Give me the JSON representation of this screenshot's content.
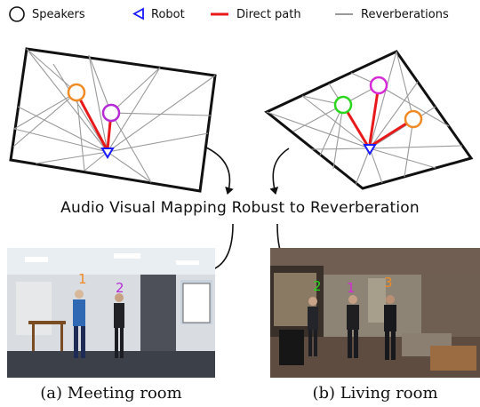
{
  "legend": {
    "speakers": "Speakers",
    "robot": "Robot",
    "direct_path": "Direct path",
    "reverberations": "Reverberations"
  },
  "title": "Audio Visual Mapping Robust to Reverberation",
  "captions": {
    "meeting": "(a) Meeting room",
    "living": "(b) Living room"
  },
  "meeting_labels": {
    "one": "1",
    "two": "2"
  },
  "living_labels": {
    "one": "1",
    "two": "2",
    "three": "3"
  },
  "colors": {
    "direct_path": "#e8191b",
    "reverberation": "#9a9a9a",
    "robot": "#1a1aff",
    "speaker_orange": "#f08a24",
    "speaker_purple": "#b52ad6",
    "speaker_green": "#2ad61e",
    "speaker_magenta": "#d62ad6"
  },
  "icons": [
    "circle-icon",
    "triangle-icon",
    "line-icon"
  ]
}
